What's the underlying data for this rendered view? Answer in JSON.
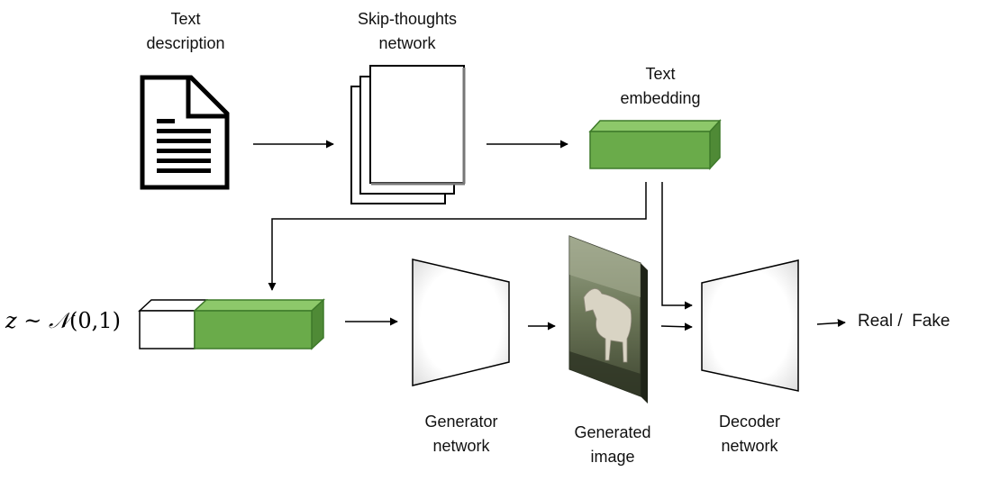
{
  "labels": {
    "text_description": [
      "Text",
      "description"
    ],
    "skip_thoughts": [
      "Skip-thoughts",
      "network"
    ],
    "text_embedding": [
      "Text",
      "embedding"
    ],
    "generator": [
      "Generator",
      "network"
    ],
    "generated_image": [
      "Generated",
      "image"
    ],
    "decoder": [
      "Decoder",
      "network"
    ]
  },
  "noise": {
    "variable": "z",
    "relation": " ~ ",
    "distribution": "𝒩",
    "params": "(0,1)"
  },
  "output_label": "Real /  Fake",
  "colors": {
    "embedding_front": "#6aab4a",
    "embedding_top": "#8dc86a",
    "embedding_side": "#4f8a36",
    "embedding_stroke": "#3e7a2a",
    "arrow": "#000000"
  },
  "icons": {
    "document": "document-icon",
    "stacked_pages": "stacked-pages-icon",
    "painting": "horse-painting-image"
  }
}
